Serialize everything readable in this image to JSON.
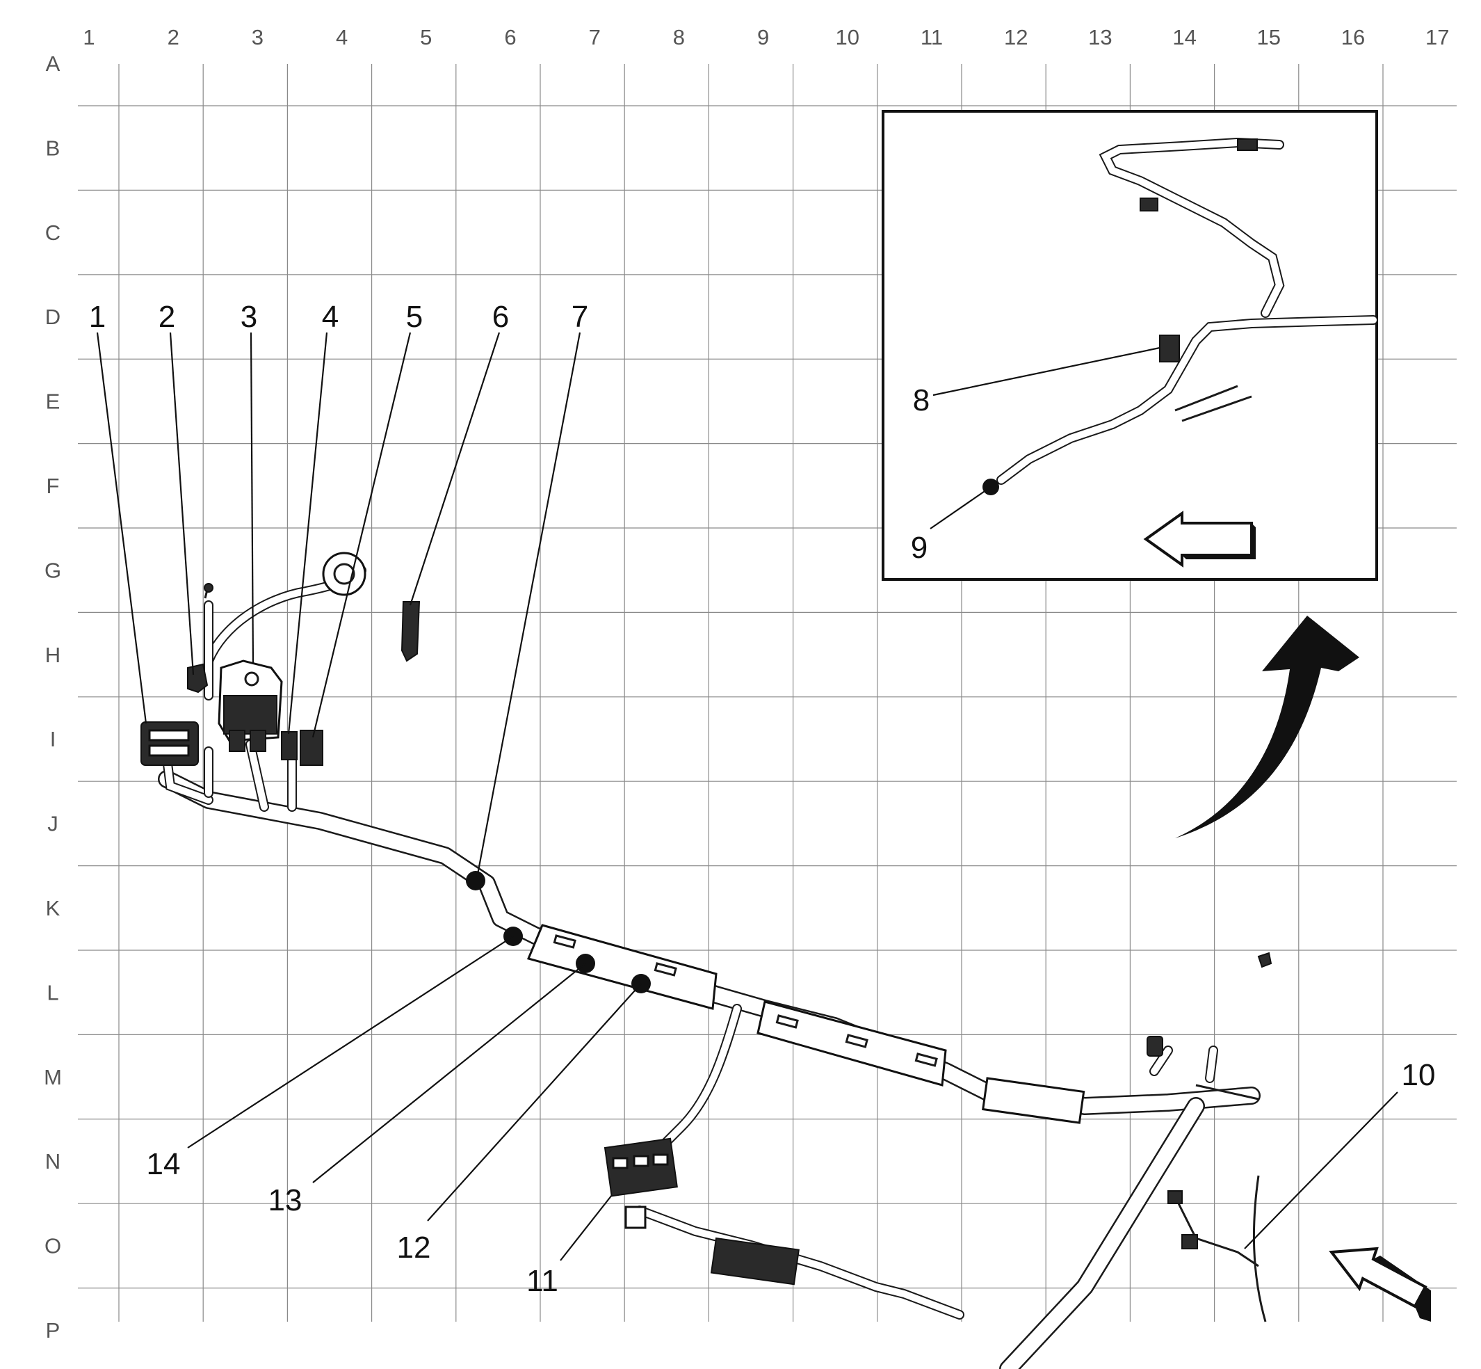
{
  "grid": {
    "columns": [
      "1",
      "2",
      "3",
      "4",
      "5",
      "6",
      "7",
      "8",
      "9",
      "10",
      "11",
      "12",
      "13",
      "14",
      "15",
      "16",
      "17"
    ],
    "rows": [
      "A",
      "B",
      "C",
      "D",
      "E",
      "F",
      "G",
      "H",
      "I",
      "J",
      "K",
      "L",
      "M",
      "N",
      "O",
      "P"
    ]
  },
  "callouts": [
    {
      "id": "1",
      "label": "1"
    },
    {
      "id": "2",
      "label": "2"
    },
    {
      "id": "3",
      "label": "3"
    },
    {
      "id": "4",
      "label": "4"
    },
    {
      "id": "5",
      "label": "5"
    },
    {
      "id": "6",
      "label": "6"
    },
    {
      "id": "7",
      "label": "7"
    },
    {
      "id": "8",
      "label": "8"
    },
    {
      "id": "9",
      "label": "9"
    },
    {
      "id": "10",
      "label": "10"
    },
    {
      "id": "11",
      "label": "11"
    },
    {
      "id": "12",
      "label": "12"
    },
    {
      "id": "13",
      "label": "13"
    },
    {
      "id": "14",
      "label": "14"
    }
  ],
  "inset": {
    "frame": "detail-view",
    "direction_arrow": "left-arrow-icon"
  },
  "icons": {
    "rotate_arrow": "curved-arrow-icon",
    "view_arrow": "view-direction-arrow-icon"
  }
}
